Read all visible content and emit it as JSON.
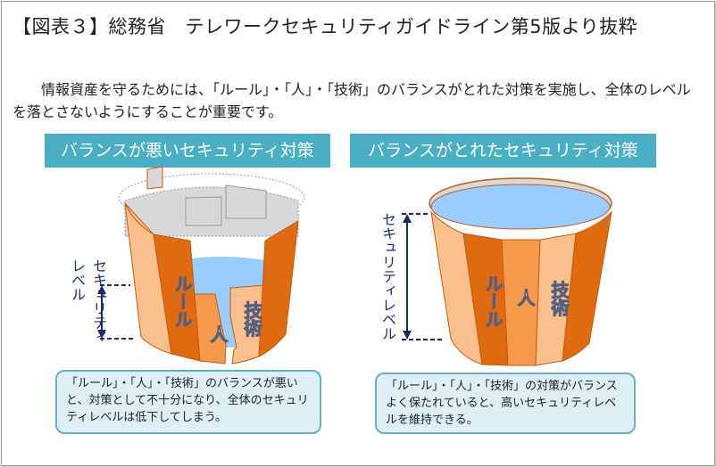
{
  "title": "【図表３】総務省　テレワークセキュリティガイドライン第5版より抜粋",
  "intro": "情報資産を守るためには、「ルール」・「人」・「技術」のバランスがとれた対策を実施し、全体のレベルを落とさないようにすることが重要です。",
  "left": {
    "heading": "バランスが悪いセキュリティ対策",
    "level_label": "セキュリティレベル",
    "staves": {
      "rule": "ルール",
      "people": "人",
      "tech": "技術"
    },
    "caption": "「ルール」・「人」・「技術」のバランスが悪いと、対策として不十分になり、全体のセキュリティレベルは低下してしまう。"
  },
  "right": {
    "heading": "バランスがとれたセキュリティ対策",
    "level_label": "セキュリティレベル",
    "staves": {
      "rule": "ルール",
      "people": "人",
      "tech": "技術"
    },
    "caption": "「ルール」・「人」・「技術」の対策がバランスよく保たれていると、高いセキュリティレベルを維持できる。"
  },
  "colors": {
    "heading_bg": "#4aaec4",
    "dark_orange": "#e06a10",
    "mid_orange": "#f59a4a",
    "light_orange": "#f9c08e",
    "water": "#99ccff",
    "arrow": "#1c2a6a"
  }
}
